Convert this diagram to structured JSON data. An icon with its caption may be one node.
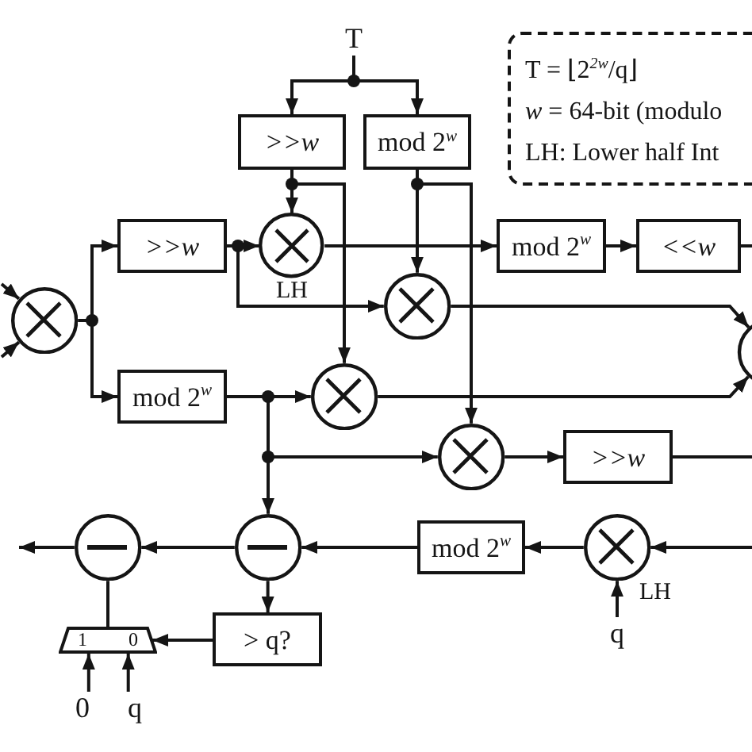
{
  "diagram": {
    "nodes": [
      {
        "text": [
          "T"
        ]
      },
      {
        "text": [
          "T = ⌊2$^{2w}$/q⌋",
          "*w* = 64-bit (modulo",
          "LH: Lower half Int"
        ]
      },
      {
        "text": [
          ">>w"
        ]
      },
      {
        "text": [
          "mod 2$^{w}$"
        ]
      },
      {
        "text": [
          ">>w"
        ]
      },
      {
        "text": [],
        "shape": "circle",
        "beside": [
          "LH"
        ]
      },
      {
        "text": [
          "mod 2$^{w}$"
        ]
      },
      {
        "text": [
          "<<w"
        ]
      },
      {
        "text": [],
        "shape": "circle"
      },
      {
        "text": [],
        "shape": "circle"
      },
      {
        "text": [],
        "shape": "circle"
      },
      {
        "text": [
          "mod 2$^{w}$"
        ]
      },
      {
        "text": [],
        "shape": "circle"
      },
      {
        "text": [],
        "shape": "circle"
      },
      {
        "text": [
          ">>w"
        ]
      },
      {
        "text": [],
        "shape": "circle"
      },
      {
        "text": [],
        "shape": "circle"
      },
      {
        "text": [
          "mod 2$^{w}$"
        ]
      },
      {
        "text": [],
        "shape": "circle",
        "beside": [
          "LH"
        ]
      },
      {
        "text": [
          "1",
          "0"
        ]
      },
      {
        "text": [
          "> q?"
        ]
      },
      {
        "text": [
          "0"
        ]
      },
      {
        "text": [
          "q"
        ]
      },
      {
        "text": [
          "q"
        ]
      }
    ],
    "edges": [
      {
        "from": 0,
        "to": 2,
        "arrow": "to"
      },
      {
        "from": 0,
        "to": 3,
        "arrow": "to"
      },
      {
        "from": 2,
        "to": 5,
        "arrow": "to"
      },
      {
        "from": 2,
        "to": 12,
        "arrow": "to"
      },
      {
        "from": 3,
        "to": 9,
        "arrow": "to"
      },
      {
        "from": 3,
        "to": 13,
        "arrow": "to"
      },
      {
        "from": null,
        "to": 8,
        "arrow": "to"
      },
      {
        "from": null,
        "to": 8,
        "arrow": "to"
      },
      {
        "from": 8,
        "to": 4,
        "arrow": "to"
      },
      {
        "from": 8,
        "to": 11,
        "arrow": "to"
      },
      {
        "from": 4,
        "to": 5,
        "arrow": "to"
      },
      {
        "from": 4,
        "to": 9,
        "arrow": "to"
      },
      {
        "from": 5,
        "to": 6,
        "arrow": "to"
      },
      {
        "from": 6,
        "to": 7,
        "arrow": "to"
      },
      {
        "from": 7,
        "to": null,
        "arrow": "none"
      },
      {
        "from": 9,
        "to": 10,
        "arrow": "to"
      },
      {
        "from": 11,
        "to": 12,
        "arrow": "to"
      },
      {
        "from": 11,
        "to": 13,
        "arrow": "to"
      },
      {
        "from": 11,
        "to": 16,
        "arrow": "to"
      },
      {
        "from": 12,
        "to": 10,
        "arrow": "to"
      },
      {
        "from": 13,
        "to": 14,
        "arrow": "to"
      },
      {
        "from": 14,
        "to": null,
        "arrow": "none"
      },
      {
        "from": null,
        "to": 18,
        "arrow": "to"
      },
      {
        "from": 23,
        "to": 18,
        "arrow": "to"
      },
      {
        "from": 18,
        "to": 17,
        "arrow": "to"
      },
      {
        "from": 17,
        "to": 16,
        "arrow": "to"
      },
      {
        "from": 16,
        "to": 15,
        "arrow": "to"
      },
      {
        "from": 16,
        "to": 20,
        "arrow": "to"
      },
      {
        "from": 20,
        "to": 19,
        "arrow": "to"
      },
      {
        "from": 21,
        "to": 19,
        "arrow": "to"
      },
      {
        "from": 22,
        "to": 19,
        "arrow": "to"
      },
      {
        "from": 19,
        "to": 15,
        "arrow": "none"
      },
      {
        "from": 15,
        "to": null,
        "arrow": "to"
      }
    ]
  }
}
